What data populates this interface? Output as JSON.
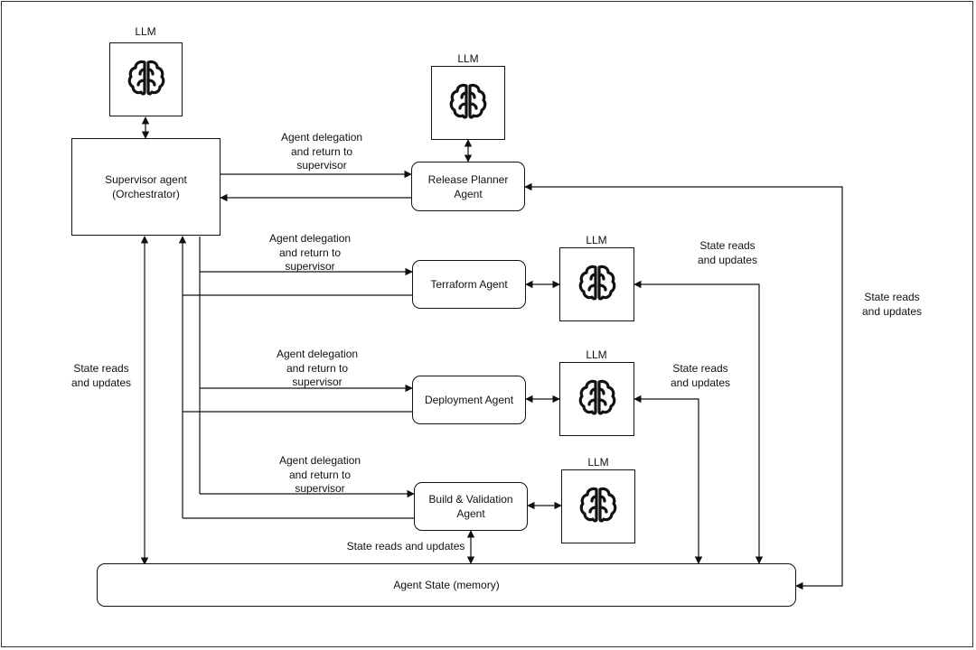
{
  "llm_label": "LLM",
  "supervisor": [
    "Supervisor agent",
    "(Orchestrator)"
  ],
  "agents": {
    "release": [
      "Release Planner",
      "Agent"
    ],
    "terraform": [
      "Terraform Agent"
    ],
    "deployment": [
      "Deployment Agent"
    ],
    "build": [
      "Build & Validation",
      "Agent"
    ]
  },
  "state": "Agent State (memory)",
  "delegation_label": [
    "Agent delegation",
    "and return to",
    "supervisor"
  ],
  "state_label": [
    "State reads",
    "and updates"
  ],
  "state_label_inline": "State reads and updates",
  "icon": "brain-icon"
}
